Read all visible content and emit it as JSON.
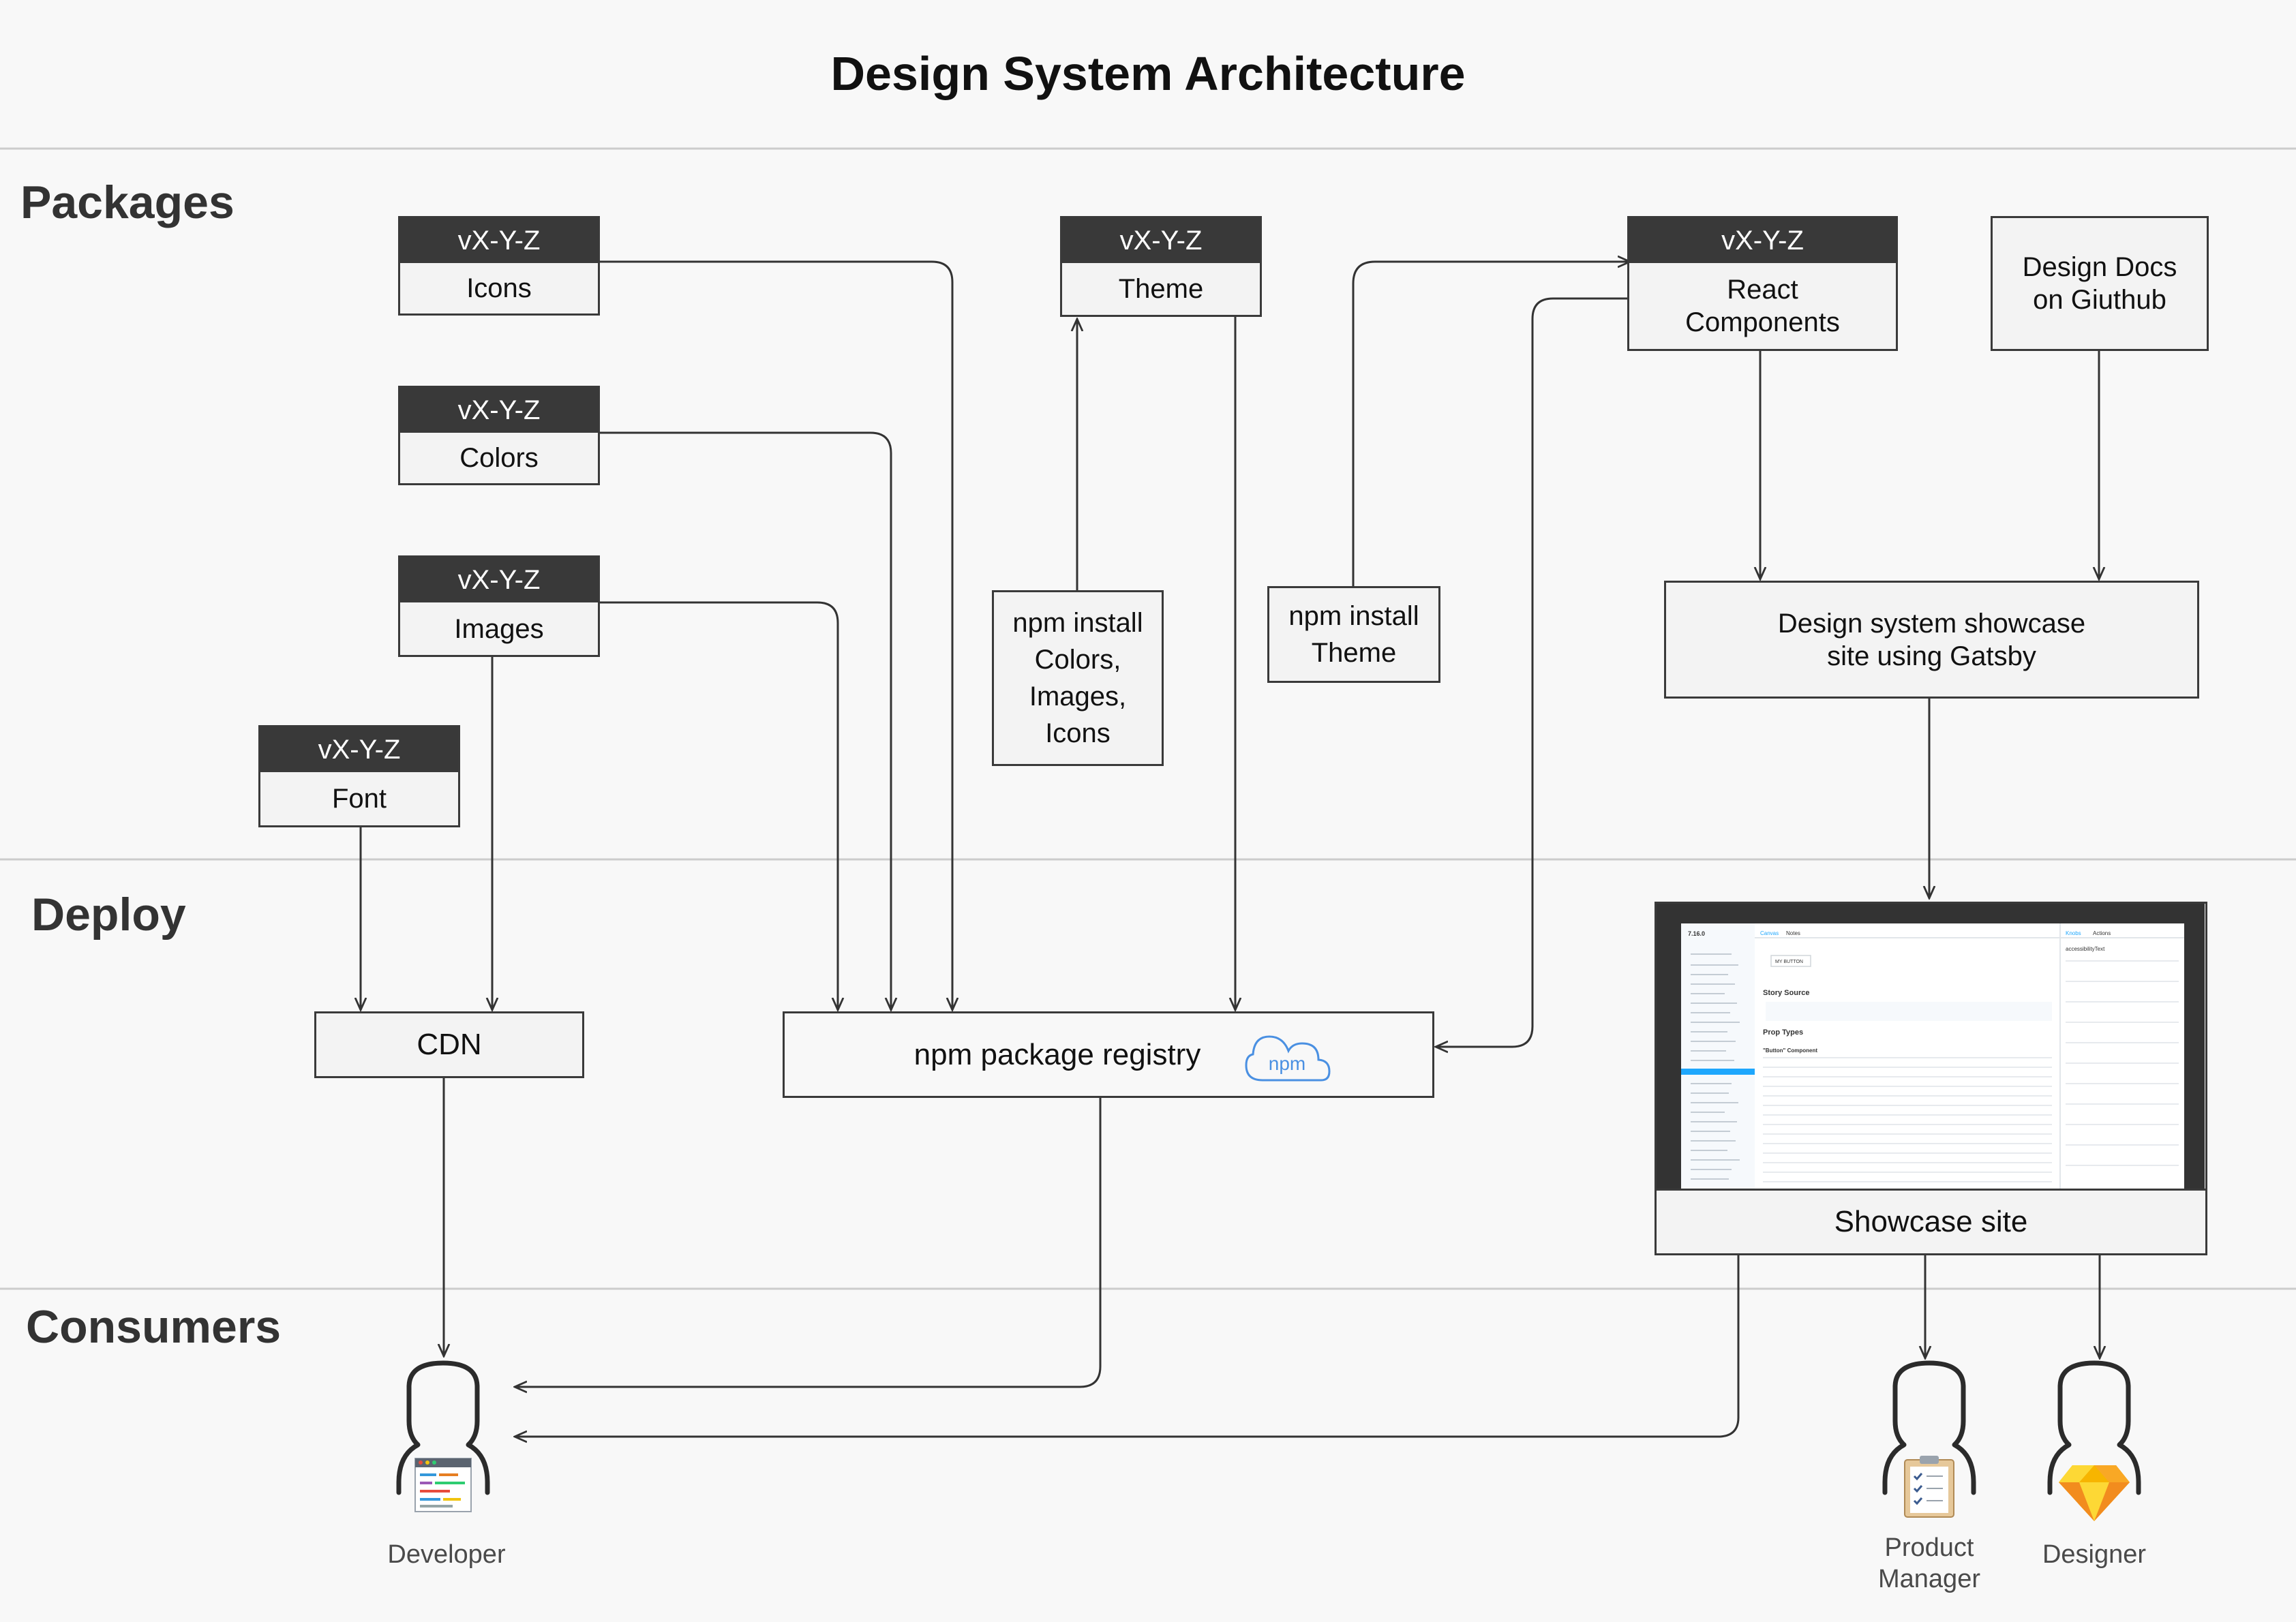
{
  "title": "Design System Architecture",
  "sections": {
    "packages": "Packages",
    "deploy": "Deploy",
    "consumers": "Consumers"
  },
  "packages": {
    "version_label": "vX-Y-Z",
    "icons": "Icons",
    "colors": "Colors",
    "images": "Images",
    "font": "Font",
    "theme": "Theme",
    "react": "React\nComponents"
  },
  "nodes": {
    "design_docs": "Design Docs\non Giuthub",
    "npm_install_assets": "npm install\nColors,\nImages,\nIcons",
    "npm_install_theme": "npm install\nTheme",
    "gatsby_site": "Design system showcase\nsite using Gatsby",
    "cdn": "CDN",
    "npm_registry": "npm package registry",
    "npm_logo": "npm",
    "showcase_site": "Showcase site"
  },
  "consumers": {
    "developer": "Developer",
    "product_manager": "Product\nManager",
    "designer": "Designer"
  },
  "screenshot": {
    "version": "7.16.0",
    "story_source": "Story Source",
    "prop_types": "Prop Types",
    "button_component": "\"Button\" Component",
    "my_button": "MY BUTTON",
    "tab_canvas": "Canvas",
    "tab_notes": "Notes",
    "tab_knobs": "Knobs",
    "tab_actions": "Actions",
    "knob_accessibility": "accessibilityText"
  },
  "colors": {
    "border": "#3a3a3a",
    "header": "#393939",
    "line": "#333333",
    "npm_blue": "#4a90e2",
    "section_text": "#333333",
    "divider": "#cccccc"
  }
}
